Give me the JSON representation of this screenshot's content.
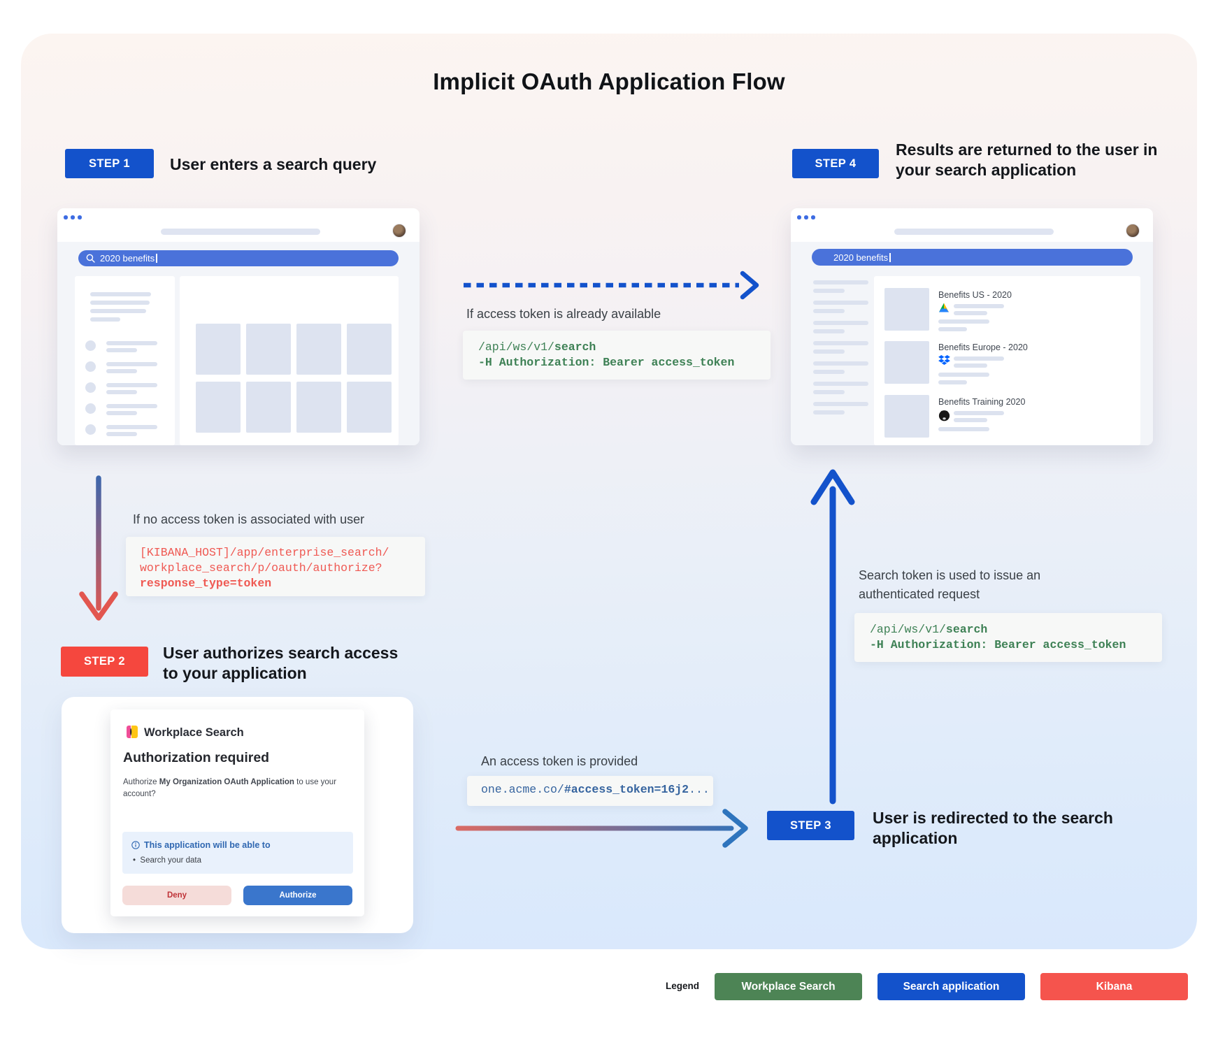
{
  "title": "Implicit OAuth Application Flow",
  "steps": {
    "s1": {
      "badge": "STEP 1",
      "label": "User enters a search query"
    },
    "s2": {
      "badge": "STEP 2",
      "label1": "User authorizes search access",
      "label2": "to your application"
    },
    "s3": {
      "badge": "STEP 3",
      "label1": "User is redirected to the search",
      "label2": "application"
    },
    "s4": {
      "badge": "STEP 4",
      "label1": "Results are returned to the user in",
      "label2": "your search application"
    }
  },
  "annotations": {
    "token_available": "If access token is already available",
    "no_token": "If no access token is associated with user",
    "token_provided": "An access token is provided",
    "token_used1": "Search token is used to issue an",
    "token_used2": "authenticated request"
  },
  "code": {
    "search_api": {
      "path_prefix": "/api/ws/v1/",
      "path_bold": "search",
      "header": "-H Authorization: Bearer access_token"
    },
    "authorize_url": {
      "line1": "[KIBANA_HOST]/app/enterprise_search/",
      "line2": "workplace_search/p/oauth/authorize?",
      "line3": "response_type=token"
    },
    "redirect": {
      "prefix": "one.acme.co/",
      "bold": "#access_token=16j2",
      "suffix": "..."
    }
  },
  "browser_step1": {
    "search_query": "2020 benefits"
  },
  "browser_step4": {
    "search_query": "2020 benefits",
    "results": [
      {
        "title": "Benefits US - 2020",
        "source": "google-drive"
      },
      {
        "title": "Benefits Europe - 2020",
        "source": "dropbox"
      },
      {
        "title": "Benefits Training 2020",
        "source": "github"
      }
    ]
  },
  "dialog": {
    "brand": "Workplace Search",
    "heading": "Authorization required",
    "body_prefix": "Authorize ",
    "body_app": "My Organization OAuth Application",
    "body_suffix": " to use your account?",
    "info_heading": "This application will be able to",
    "info_item": "Search your data",
    "deny_label": "Deny",
    "authorize_label": "Authorize"
  },
  "legend": {
    "label": "Legend",
    "items": [
      {
        "text": "Workplace Search",
        "color": "#4d8455"
      },
      {
        "text": "Search application",
        "color": "#1352cb"
      },
      {
        "text": "Kibana",
        "color": "#f5544d"
      }
    ]
  },
  "colors": {
    "step_blue": "#1352cb",
    "step_red": "#f5473e",
    "code_green": "#3e8155",
    "code_red": "#ef5953",
    "code_blue": "#36649f",
    "search_bar_blue": "#4a72da",
    "arrow_red": "#e2564f",
    "arrow_blue": "#2e74bd"
  }
}
